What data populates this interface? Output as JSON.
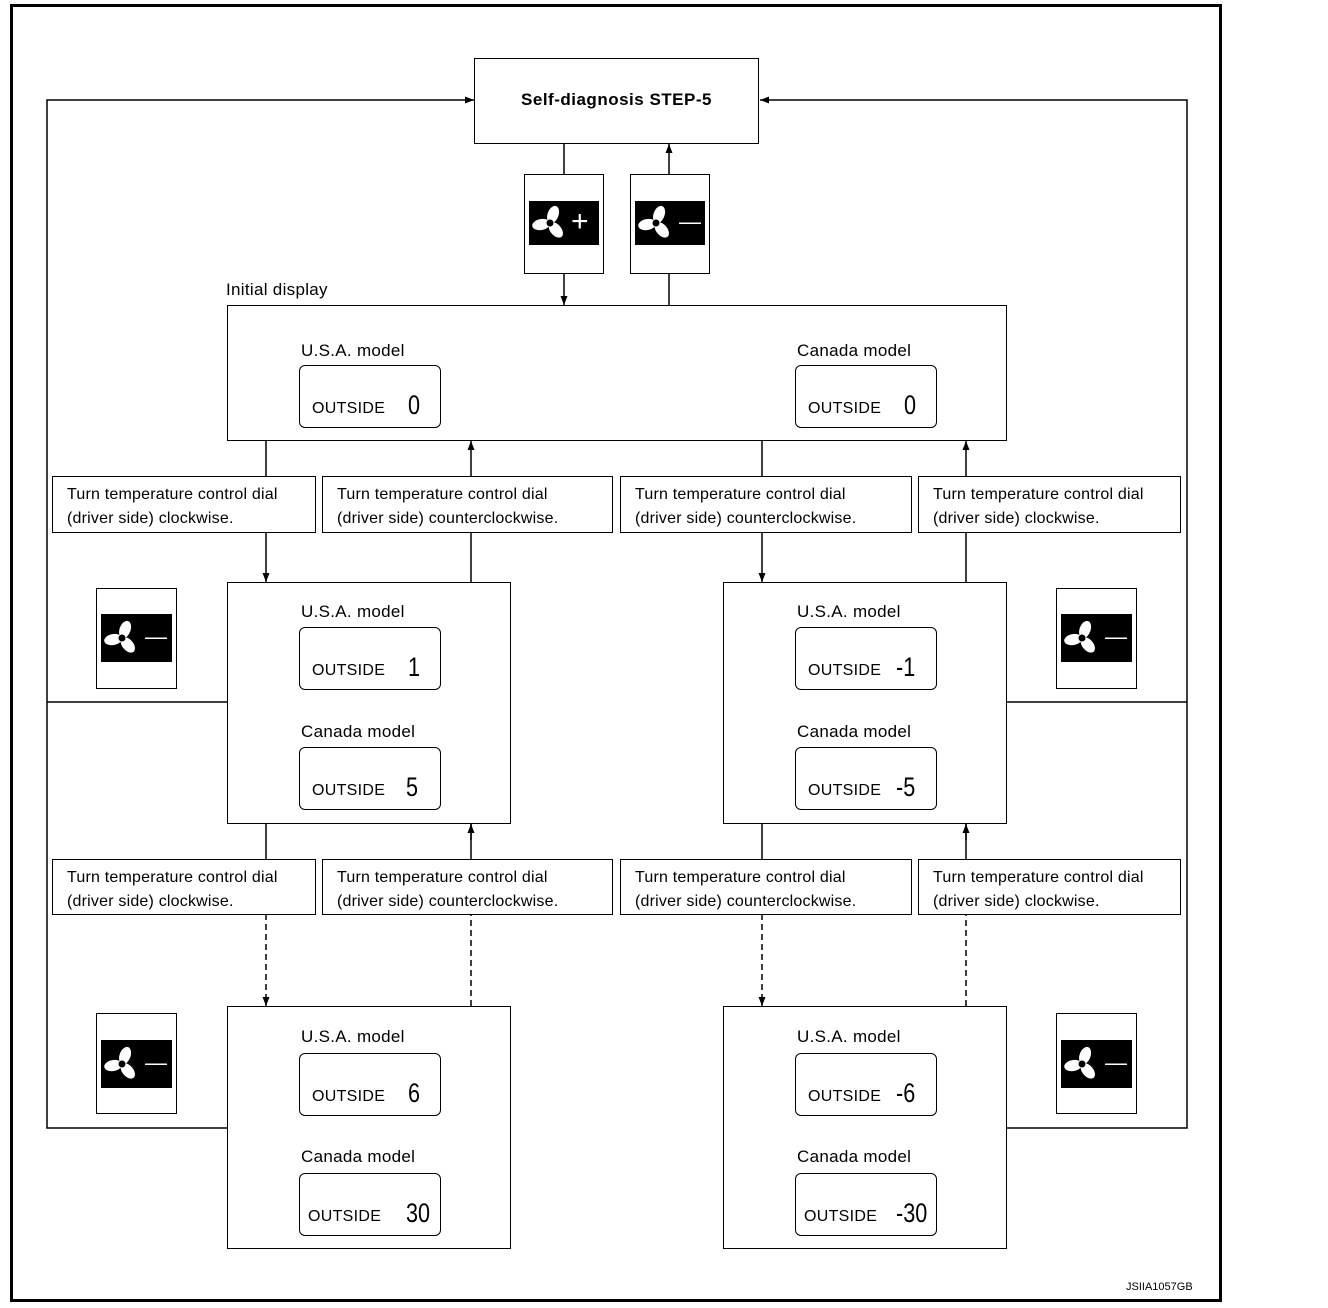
{
  "top_box": {
    "title": "Self-diagnosis STEP-5"
  },
  "initial_label": "Initial display",
  "initial": {
    "usa": {
      "model": "U.S.A. model",
      "word": "OUTSIDE",
      "value": "0"
    },
    "canada": {
      "model": "Canada model",
      "word": "OUTSIDE",
      "value": "0"
    }
  },
  "instructions": {
    "cw": [
      "Turn temperature control dial",
      "(driver side) clockwise."
    ],
    "ccw": [
      "Turn temperature control dial",
      "(driver side) counterclockwise."
    ]
  },
  "left_mid": {
    "usa": {
      "model": "U.S.A. model",
      "word": "OUTSIDE",
      "value": "1"
    },
    "canada": {
      "model": "Canada model",
      "word": "OUTSIDE",
      "value": "5"
    }
  },
  "right_mid": {
    "usa": {
      "model": "U.S.A. model",
      "word": "OUTSIDE",
      "value": "-1"
    },
    "canada": {
      "model": "Canada model",
      "word": "OUTSIDE",
      "value": "-5"
    }
  },
  "left_bot": {
    "usa": {
      "model": "U.S.A. model",
      "word": "OUTSIDE",
      "value": "6"
    },
    "canada": {
      "model": "Canada model",
      "word": "OUTSIDE",
      "value": "30"
    }
  },
  "right_bot": {
    "usa": {
      "model": "U.S.A. model",
      "word": "OUTSIDE",
      "value": "-6"
    },
    "canada": {
      "model": "Canada model",
      "word": "OUTSIDE",
      "value": "-30"
    }
  },
  "fan_plus_sign": "+",
  "fan_minus_sign": "—",
  "icon": "fan-icon",
  "figure_code": "JSIIA1057GB"
}
